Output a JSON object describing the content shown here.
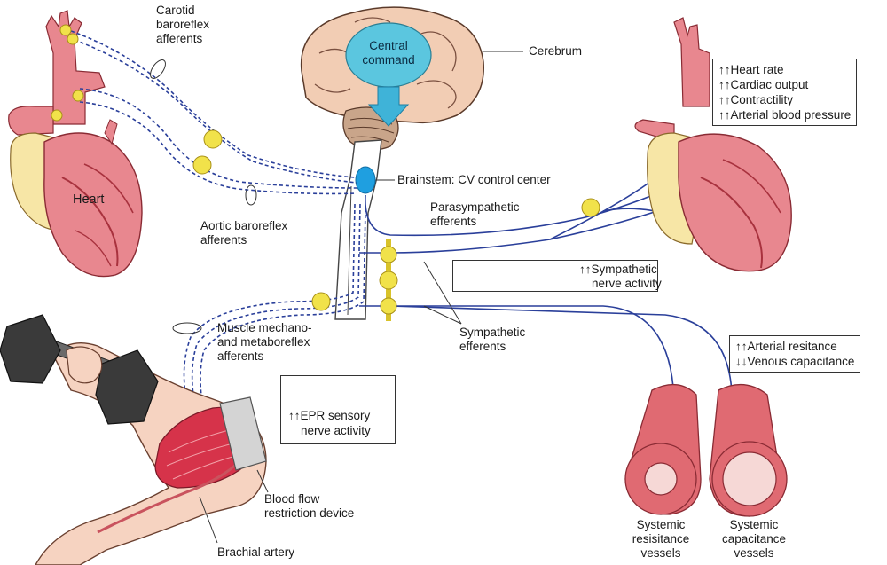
{
  "labels": {
    "carotid": [
      "Carotid",
      "baroreflex",
      "afferents"
    ],
    "aortic": [
      "Aortic baroreflex",
      "afferents"
    ],
    "central_command": [
      "Central",
      "command"
    ],
    "cerebrum": "Cerebrum",
    "brainstem": "Brainstem: CV control center",
    "heart": "Heart",
    "parasympathetic": [
      "Parasympathetic",
      "efferents"
    ],
    "sympathetic": [
      "Sympathetic",
      "efferents"
    ],
    "muscle": [
      "Muscle mechano-",
      "and metaboreflex",
      "afferents"
    ],
    "blood_flow": [
      "Blood flow",
      "restriction device"
    ],
    "brachial": "Brachial artery",
    "resistance_vessels": [
      "Systemic",
      "resisitance",
      "vessels"
    ],
    "capacitance_vessels": [
      "Systemic",
      "capacitance",
      "vessels"
    ]
  },
  "cardiac_box": [
    "↑↑Heart rate",
    "↑↑Cardiac output",
    "↑↑Contractility",
    "↑↑Arterial blood pressure"
  ],
  "sympathetic_box": [
    "↑↑Sympathetic",
    "nerve activity"
  ],
  "vascular_box": [
    "↑↑Arterial resitance",
    "↓↓Venous capacitance"
  ],
  "epr_box": [
    "↑↑EPR sensory",
    "nerve activity"
  ],
  "colors": {
    "heart": "#e8878f",
    "heart_dark": "#c9535e",
    "fat": "#f7e6a6",
    "brain": "#f2cdb4",
    "cerebellum": "#c9a58a",
    "central_command": "#5bc6df",
    "brainstem_center": "#1f9fe0",
    "nerve": "#2a3f9a",
    "ganglion": "#f1e24a",
    "spike": "#e0424f",
    "vessel": "#e06a72",
    "vessel_inner": "#f6d8d6",
    "muscle": "#d6334a",
    "skin": "#f6d3c1",
    "dumbbell": "#3a3a3a"
  }
}
